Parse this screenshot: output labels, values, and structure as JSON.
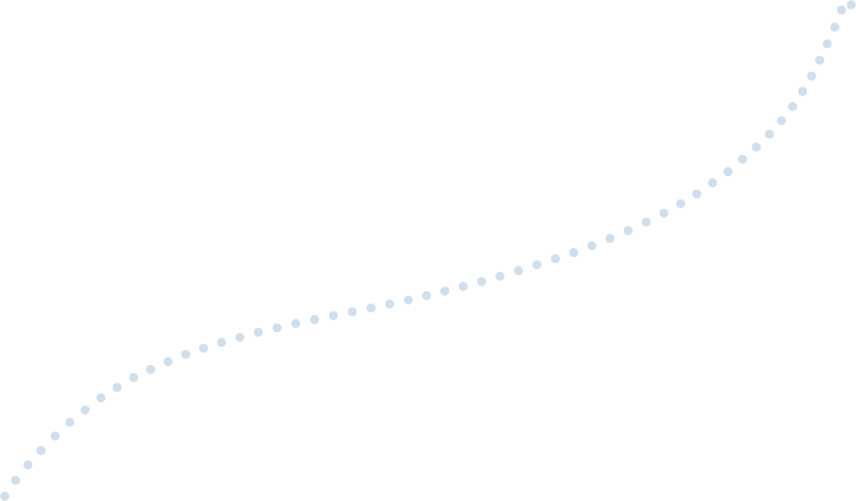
{
  "chart_data": {
    "type": "scatter",
    "title": "",
    "xlabel": "",
    "ylabel": "",
    "grid": false,
    "legend": false,
    "xlim": [
      0,
      1
    ],
    "ylim": [
      0,
      1
    ],
    "color": "#cfdfee",
    "series": [
      {
        "x": [
          0.0,
          0.0127,
          0.0273,
          0.0428,
          0.0595,
          0.0768,
          0.0949,
          0.1136,
          0.1327,
          0.1523,
          0.1723,
          0.1929,
          0.2137,
          0.2348,
          0.2561,
          0.2776,
          0.2996,
          0.3217,
          0.3438,
          0.3659,
          0.3882,
          0.4105,
          0.4327,
          0.4547,
          0.4767,
          0.4983,
          0.5199,
          0.5416,
          0.5633,
          0.585,
          0.6068,
          0.6287,
          0.6505,
          0.6721,
          0.6936,
          0.715,
          0.7365,
          0.7579,
          0.7788,
          0.7985,
          0.8176,
          0.8362,
          0.8544,
          0.8716,
          0.8879,
          0.9034,
          0.9175,
          0.9307,
          0.9425,
          0.9532,
          0.9628,
          0.9717,
          0.9807,
          0.9885,
          0.9945,
          1.0
        ],
        "y": [
          0.0,
          0.0323,
          0.0637,
          0.0929,
          0.1224,
          0.1503,
          0.1758,
          0.2002,
          0.2213,
          0.2414,
          0.2578,
          0.2738,
          0.2887,
          0.3011,
          0.313,
          0.3232,
          0.3337,
          0.3427,
          0.3513,
          0.3593,
          0.3675,
          0.3752,
          0.383,
          0.391,
          0.3992,
          0.4081,
          0.4174,
          0.4268,
          0.4367,
          0.4477,
          0.4589,
          0.4707,
          0.4834,
          0.4957,
          0.5097,
          0.5244,
          0.5405,
          0.5577,
          0.5759,
          0.5953,
          0.6152,
          0.6378,
          0.6604,
          0.6855,
          0.7104,
          0.7367,
          0.7641,
          0.7929,
          0.8237,
          0.8549,
          0.8873,
          0.9207,
          0.9546,
          0.9894,
          1.0266,
          1.0
        ]
      }
    ]
  }
}
